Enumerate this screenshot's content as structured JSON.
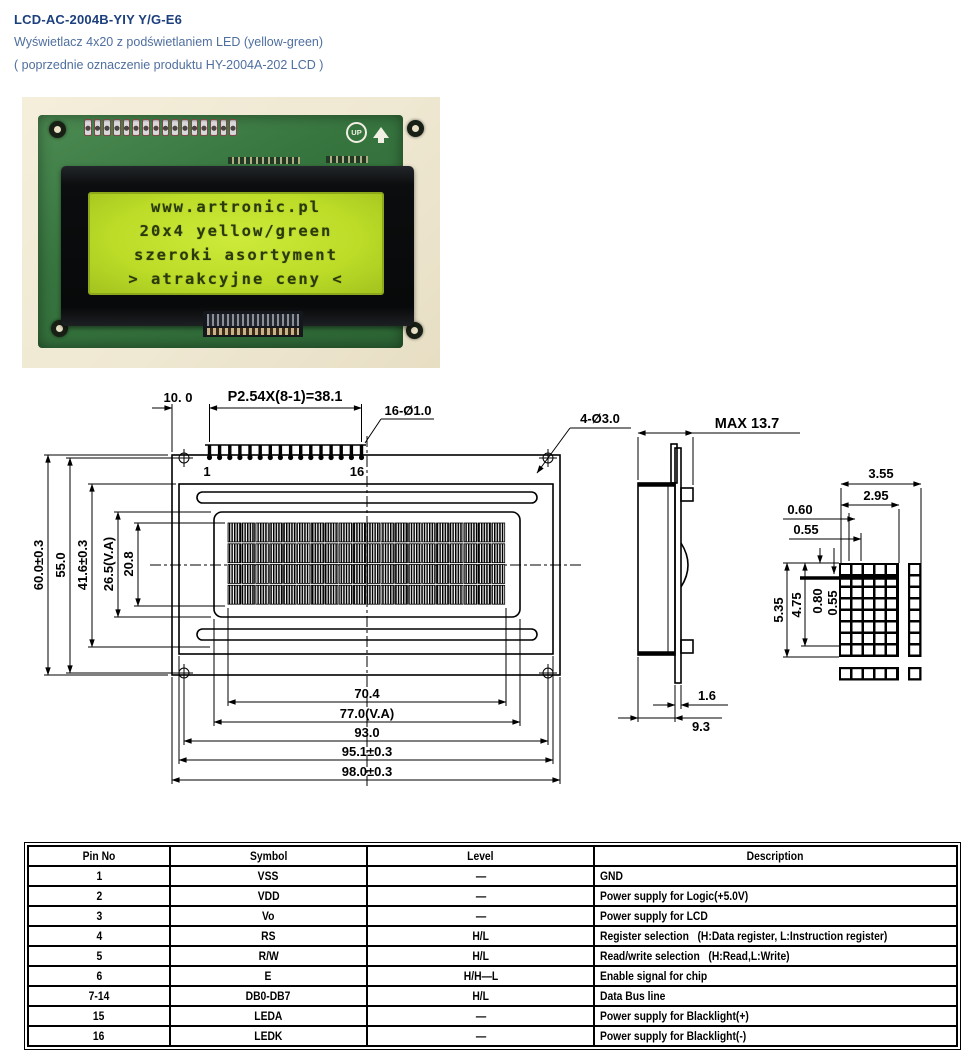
{
  "header": {
    "title": "LCD-AC-2004B-YIY Y/G-E6",
    "subtitle1": "Wyświetlacz 4x20 z podświetlaniem LED (yellow-green)",
    "subtitle2": "( poprzednie oznaczenie produktu HY-2004A-202 LCD )"
  },
  "photo": {
    "up_label": "UP",
    "pin_count": 16,
    "lcd_lines": [
      "www.artronic.pl",
      "20x4  yellow/green",
      "szeroki asortyment",
      "> atrakcyjne  ceny <"
    ],
    "colors": {
      "background": "#efe8d2",
      "pcb": "#37753f",
      "bezel": "#0b0d0e",
      "screen": "#bcdc28",
      "lcd_text": "#2b3a0b"
    }
  },
  "drawing": {
    "front": {
      "pin_count": 16,
      "dim_left_offset": "10. 0",
      "dim_pin_pitch": "P2.54X(8-1)=38.1",
      "dim_pin_holes": "16-Ø1.0",
      "dim_mount_holes": "4-Ø3.0",
      "pin_first": "1",
      "pin_last": "16",
      "left_dims": [
        "60.0±0.3",
        "55.0",
        "41.6±0.3",
        "26.5(V.A)",
        "20.8"
      ],
      "bottom_dims": [
        "70.4",
        "77.0(V.A)",
        "93.0",
        "95.1±0.3",
        "98.0±0.3"
      ]
    },
    "side": {
      "dim_max_depth": "MAX 13.7",
      "dim_pcb_thickness": "1.6",
      "dim_depth": "9.3"
    },
    "detail": {
      "grid": {
        "cols": 5,
        "rows": 8
      },
      "dim_char_width": "3.55",
      "dim_char_active_width": "2.95",
      "dim_dot_width": "0.60",
      "dim_dot_gap": "0.55",
      "dim_char_height": "5.35",
      "dim_char_active_height": "4.75",
      "dim_dot_height": "0.80",
      "dim_dot_height2": "0.55"
    },
    "char_grid": {
      "rows": 4,
      "cols": 20
    }
  },
  "pin_table": {
    "headers": [
      "Pin No",
      "Symbol",
      "Level",
      "Description"
    ],
    "rows": [
      [
        "1",
        "VSS",
        "—",
        "GND"
      ],
      [
        "2",
        "VDD",
        "—",
        "Power supply for Logic(+5.0V)"
      ],
      [
        "3",
        "Vo",
        "—",
        "Power supply for LCD"
      ],
      [
        "4",
        "RS",
        "H/L",
        "Register selection   (H:Data register, L:Instruction register)"
      ],
      [
        "5",
        "R/W",
        "H/L",
        "Read/write selection   (H:Read,L:Write)"
      ],
      [
        "6",
        "E",
        "H/H—L",
        "Enable signal for chip"
      ],
      [
        "7-14",
        "DB0-DB7",
        "H/L",
        "Data Bus line"
      ],
      [
        "15",
        "LEDA",
        "—",
        "Power supply for Blacklight(+)"
      ],
      [
        "16",
        "LEDK",
        "—",
        "Power supply for Blacklight(-)"
      ]
    ]
  }
}
